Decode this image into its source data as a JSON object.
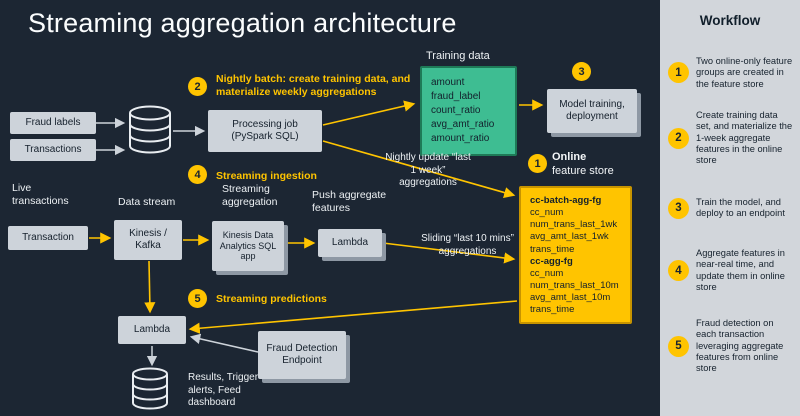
{
  "title": "Streaming aggregation architecture",
  "steps": {
    "s1": "1",
    "s2": "2",
    "s3": "3",
    "s4": "4",
    "s5": "5"
  },
  "labels": {
    "step2": "Nightly batch: create training data, and materialize weekly aggregations",
    "step4": "Streaming ingestion",
    "step5": "Streaming predictions",
    "training_data": "Training data",
    "nightly_update": "Nightly update “last 1 week” aggregations",
    "online_bold": "Online",
    "online_rest": "feature store",
    "live_transactions": "Live transactions",
    "data_stream": "Data stream",
    "streaming_aggregation": "Streaming aggregation",
    "push_aggregate": "Push aggregate features",
    "sliding": "Sliding “last 10 mins” aggregations",
    "results": "Results, Trigger alerts, Feed dashboard"
  },
  "nodes": {
    "fraud_labels": "Fraud labels",
    "transactions": "Transactions",
    "processing_job": "Processing job (PySpark SQL)",
    "model_training": "Model training, deployment",
    "transaction": "Transaction",
    "kinesis_kafka": "Kinesis / Kafka",
    "kda": "Kinesis Data Analytics SQL app",
    "lambda_push": "Lambda",
    "lambda_inference": "Lambda",
    "fraud_endpoint": "Fraud Detection Endpoint"
  },
  "training_box": {
    "fields": [
      "amount",
      "fraud_label",
      "count_ratio",
      "avg_amt_ratio",
      "amount_ratio"
    ]
  },
  "online_store": {
    "fields": [
      "cc-batch-agg-fg",
      "cc_num",
      "num_trans_last_1wk",
      "avg_amt_last_1wk",
      "trans_time",
      "cc-agg-fg",
      "cc_num",
      "num_trans_last_10m",
      "avg_amt_last_10m",
      "trans_time"
    ]
  },
  "workflow": {
    "heading": "Workflow",
    "items": [
      {
        "num": "1",
        "text": "Two online-only feature groups are created in the feature store"
      },
      {
        "num": "2",
        "text": "Create training data set, and materialize the 1-week aggregate features in the online store"
      },
      {
        "num": "3",
        "text": "Train the model, and deploy to an endpoint"
      },
      {
        "num": "4",
        "text": "Aggregate features in near-real time, and update them in online store"
      },
      {
        "num": "5",
        "text": "Fraud detection on each transaction leveraging aggregate features from online store"
      }
    ]
  },
  "colors": {
    "accent": "#FFC400",
    "green": "#3EBD92",
    "bg": "#1C2633",
    "panel": "#D2D6DB"
  }
}
